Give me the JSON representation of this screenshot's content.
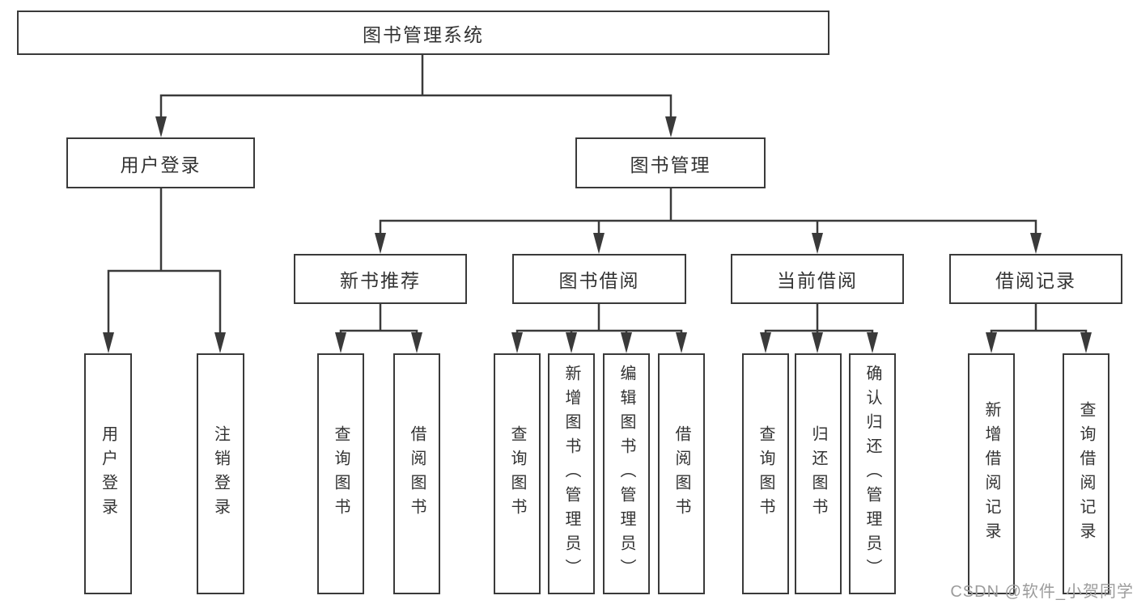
{
  "tree": {
    "label": "图书管理系统",
    "children": [
      {
        "label": "用户登录",
        "children": [
          {
            "label": "用户登录"
          },
          {
            "label": "注销登录"
          }
        ]
      },
      {
        "label": "图书管理",
        "children": [
          {
            "label": "新书推荐",
            "children": [
              {
                "label": "查询图书"
              },
              {
                "label": "借阅图书"
              }
            ]
          },
          {
            "label": "图书借阅",
            "children": [
              {
                "label": "查询图书"
              },
              {
                "label": "新增图书（管理员）"
              },
              {
                "label": "编辑图书（管理员）"
              },
              {
                "label": "借阅图书"
              }
            ]
          },
          {
            "label": "当前借阅",
            "children": [
              {
                "label": "查询图书"
              },
              {
                "label": "归还图书"
              },
              {
                "label": "确认归还（管理员）"
              }
            ]
          },
          {
            "label": "借阅记录",
            "children": [
              {
                "label": "新增借阅记录"
              },
              {
                "label": "查询借阅记录"
              }
            ]
          }
        ]
      }
    ]
  },
  "watermark": {
    "text": "CSDN @软件_小贺同学"
  },
  "colors": {
    "line": "#3a3a3a",
    "box_border": "#3a3a3a",
    "text": "#333333",
    "background": "#ffffff",
    "watermark": "#9c9c9c"
  }
}
